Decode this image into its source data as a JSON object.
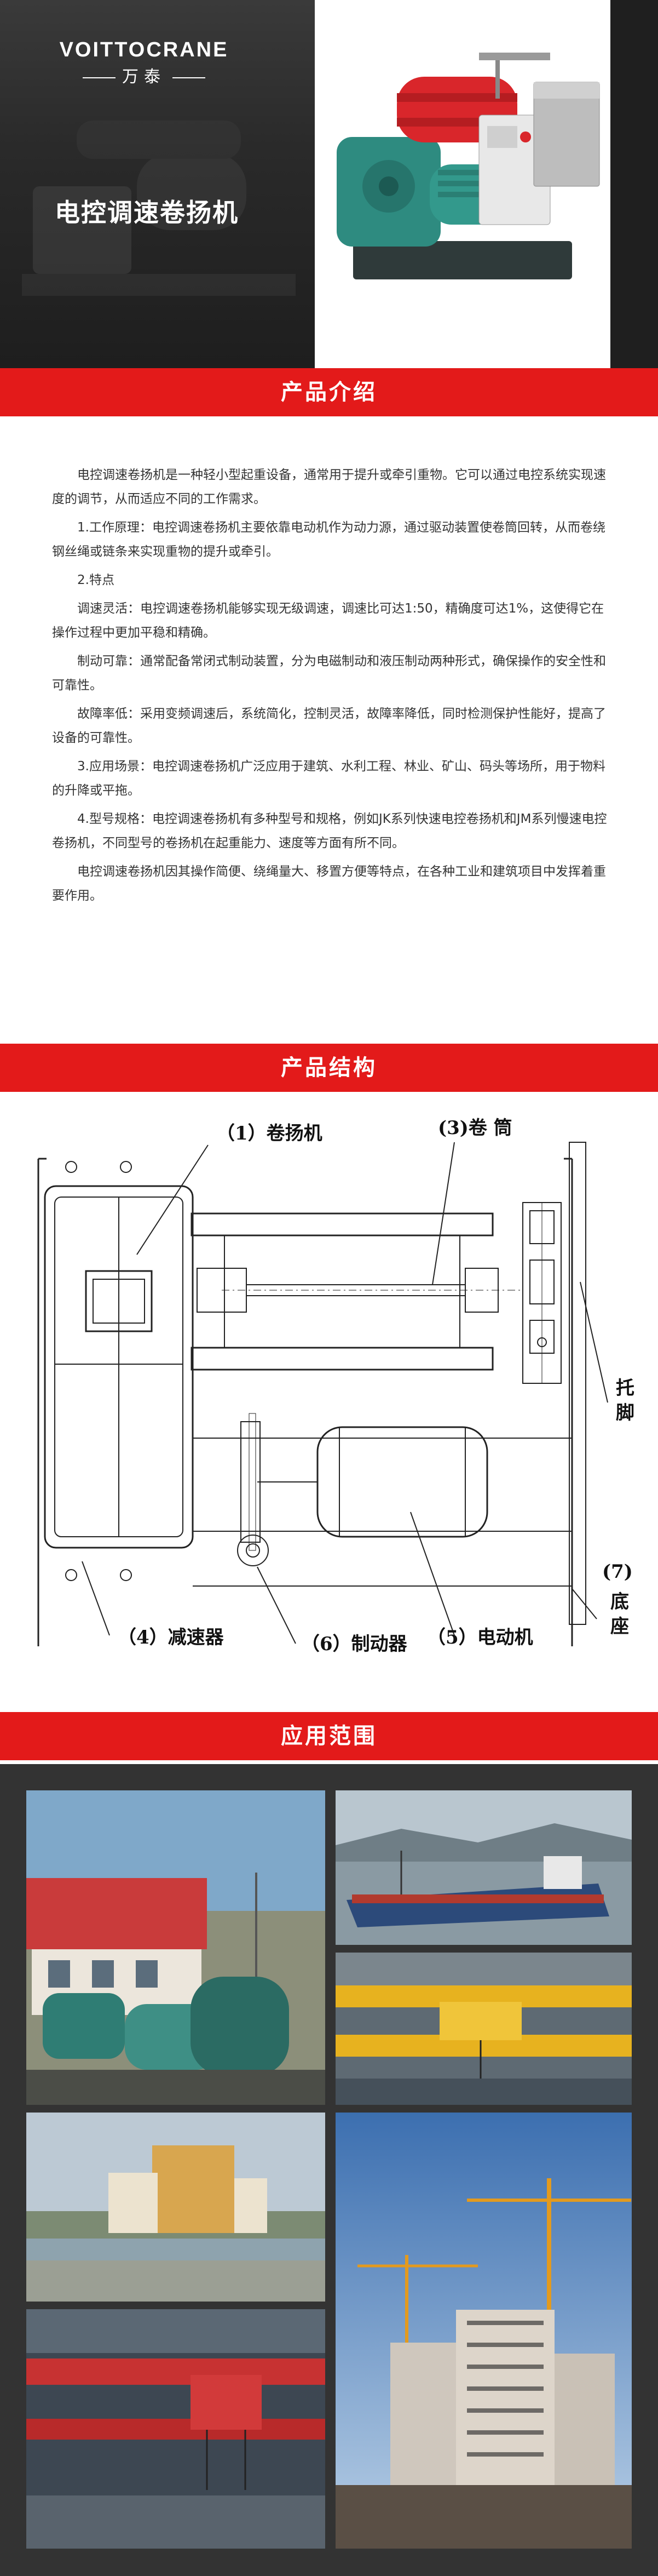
{
  "hero": {
    "logo_en": "VOITTOCRANE",
    "logo_cn": "万泰",
    "title": "电控调速卷扬机",
    "colors": {
      "background": "#2b2b2b",
      "machine_red": "#d9262b",
      "machine_teal": "#2e8b80"
    }
  },
  "sections": {
    "intro_title": "产品介绍",
    "structure_title": "产品结构",
    "application_title": "应用范围",
    "bar_color": "#e31a1a"
  },
  "intro": {
    "paragraphs": [
      "电控调速卷扬机是一种轻小型起重设备，通常用于提升或牵引重物。它可以通过电控系统实现速度的调节，从而适应不同的工作需求。",
      "1.工作原理：电控调速卷扬机主要依靠电动机作为动力源，通过驱动装置使卷筒回转，从而卷绕钢丝绳或链条来实现重物的提升或牵引。",
      "2.特点",
      "调速灵活：电控调速卷扬机能够实现无级调速，调速比可达1:50，精确度可达1%，这使得它在操作过程中更加平稳和精确。",
      "制动可靠：通常配备常闭式制动装置，分为电磁制动和液压制动两种形式，确保操作的安全性和可靠性。",
      "故障率低：采用变频调速后，系统简化，控制灵活，故障率降低，同时检测保护性能好，提高了设备的可靠性。",
      "3.应用场景：电控调速卷扬机广泛应用于建筑、水利工程、林业、矿山、码头等场所，用于物料的升降或平拖。",
      "4.型号规格：电控调速卷扬机有多种型号和规格，例如JK系列快速电控卷扬机和JM系列慢速电控卷扬机，不同型号的卷扬机在起重能力、速度等方面有所不同。",
      "电控调速卷扬机因其操作简便、绕绳量大、移置方便等特点，在各种工业和建筑项目中发挥着重要作用。"
    ]
  },
  "structure": {
    "labels": {
      "winch": "（1）卷扬机",
      "drum": "(3)卷 筒",
      "bracket_a": "托",
      "bracket_b": "脚",
      "reducer": "（4）减速器",
      "brake": "（6）制动器",
      "motor": "（5）电动机",
      "base_num": "(7)",
      "base_a": "底",
      "base_b": "座"
    }
  },
  "applications": {
    "photos": [
      {
        "name": "winch-site-photo"
      },
      {
        "name": "cargo-ship-photo"
      },
      {
        "name": "overhead-crane-photo"
      },
      {
        "name": "sluice-gate-photo"
      },
      {
        "name": "construction-tower-cranes-photo"
      },
      {
        "name": "factory-crane-photo"
      }
    ]
  }
}
